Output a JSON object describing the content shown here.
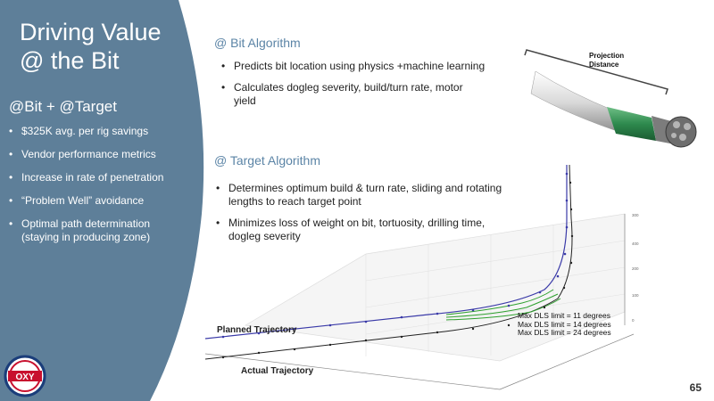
{
  "slide": {
    "title_line1": "Driving Value",
    "title_line2": "@ the Bit",
    "page_number": "65"
  },
  "sidebar": {
    "heading": "@Bit + @Target",
    "items": [
      "$325K avg. per rig savings",
      "Vendor performance metrics",
      "Increase in rate of penetration",
      "“Problem Well” avoidance",
      "Optimal path determination (staying in producing zone)"
    ],
    "logo_text": "OXY",
    "color": "#5e7f99"
  },
  "bit_algorithm": {
    "heading": "@ Bit Algorithm",
    "bullets": [
      "Predicts bit location using physics +machine learning",
      "Calculates dogleg severity, build/turn rate, motor yield"
    ]
  },
  "target_algorithm": {
    "heading": "@ Target Algorithm",
    "bullets": [
      "Determines optimum build & turn rate, sliding and rotating lengths to reach target point",
      "Minimizes loss of weight on bit, tortuosity, drilling time, dogleg severity"
    ]
  },
  "tool_image": {
    "label_line1": "Projection",
    "label_line2": "Distance"
  },
  "chart": {
    "planned_label": "Planned Trajectory",
    "actual_label": "Actual Trajectory",
    "dls_limits": [
      "Max DLS limit = 11 degrees",
      "Max DLS limit = 14 degrees",
      "Max DLS limit = 24 degrees"
    ],
    "planned_color": "#3a3aa8",
    "actual_color": "#222222",
    "alt_color": "#2fa02f"
  }
}
